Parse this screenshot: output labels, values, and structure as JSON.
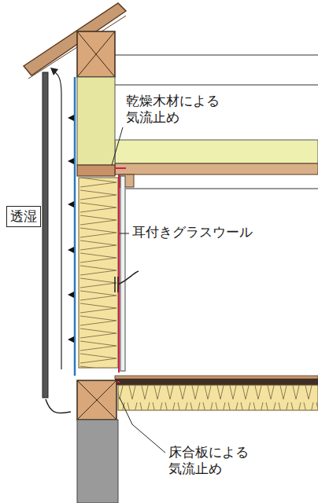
{
  "diagram": {
    "nodes": [
      {
        "text": [
          "透湿"
        ]
      }
    ],
    "labels": [
      "乾燥木材による 気流止め",
      "耳付きグラスウール",
      "床合板による 気流止め"
    ]
  }
}
